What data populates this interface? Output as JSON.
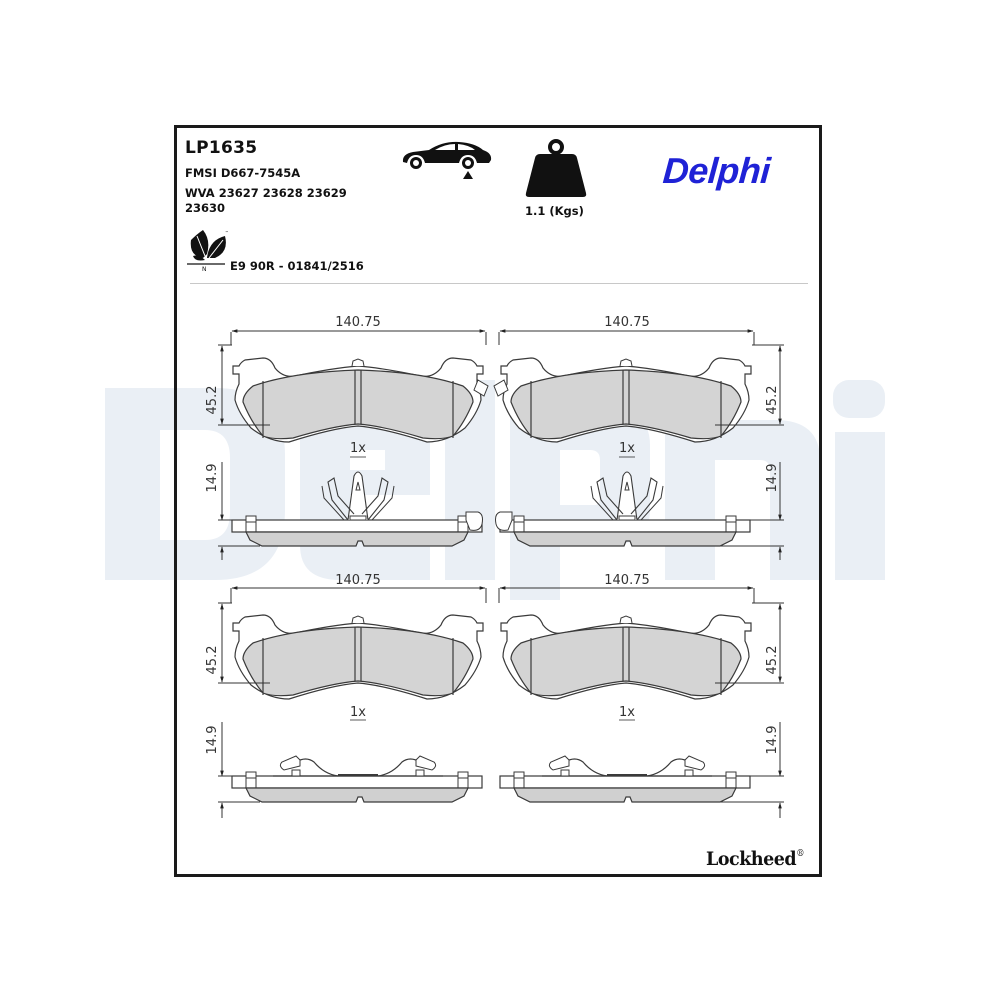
{
  "header": {
    "part_number": "LP1635",
    "fmsi": "FMSI D667-7545A",
    "wva_line1": "WVA 23627 23628 23629",
    "wva_line2": "23630",
    "approval": "E9 90R - 01841/2516",
    "weight": "1.1 (Kgs)",
    "axle_icon": "car-rear-axle-icon",
    "weight_icon": "weight-icon",
    "eco_icon": "leaf-eco-icon"
  },
  "brand": {
    "logo_text": "Delphi",
    "logo_color": "#1F22D6",
    "watermark_text": "Delphi",
    "watermark_color": "#E9EEF4",
    "footer_brand": "Lockheed",
    "footer_brand_mark": "®"
  },
  "drawings": {
    "pads": [
      {
        "position": "top-left",
        "width_dim": "140.75",
        "height_dim": "45.2",
        "thickness_dim": "14.9",
        "quantity": "1x",
        "clip_type": "center-spring-clip",
        "wear_sensor": "right"
      },
      {
        "position": "top-right",
        "width_dim": "140.75",
        "height_dim": "45.2",
        "thickness_dim": "14.9",
        "quantity": "1x",
        "clip_type": "center-spring-clip",
        "wear_sensor": "left"
      },
      {
        "position": "bottom-left",
        "width_dim": "140.75",
        "height_dim": "45.2",
        "thickness_dim": "14.9",
        "quantity": "1x",
        "clip_type": "wire-spring-clip",
        "wear_sensor": "none"
      },
      {
        "position": "bottom-right",
        "width_dim": "140.75",
        "height_dim": "45.2",
        "thickness_dim": "14.9",
        "quantity": "1x",
        "clip_type": "wire-spring-clip",
        "wear_sensor": "none"
      }
    ],
    "colors": {
      "friction_fill": "#D4D4D4",
      "line": "#3a3a3a"
    }
  }
}
